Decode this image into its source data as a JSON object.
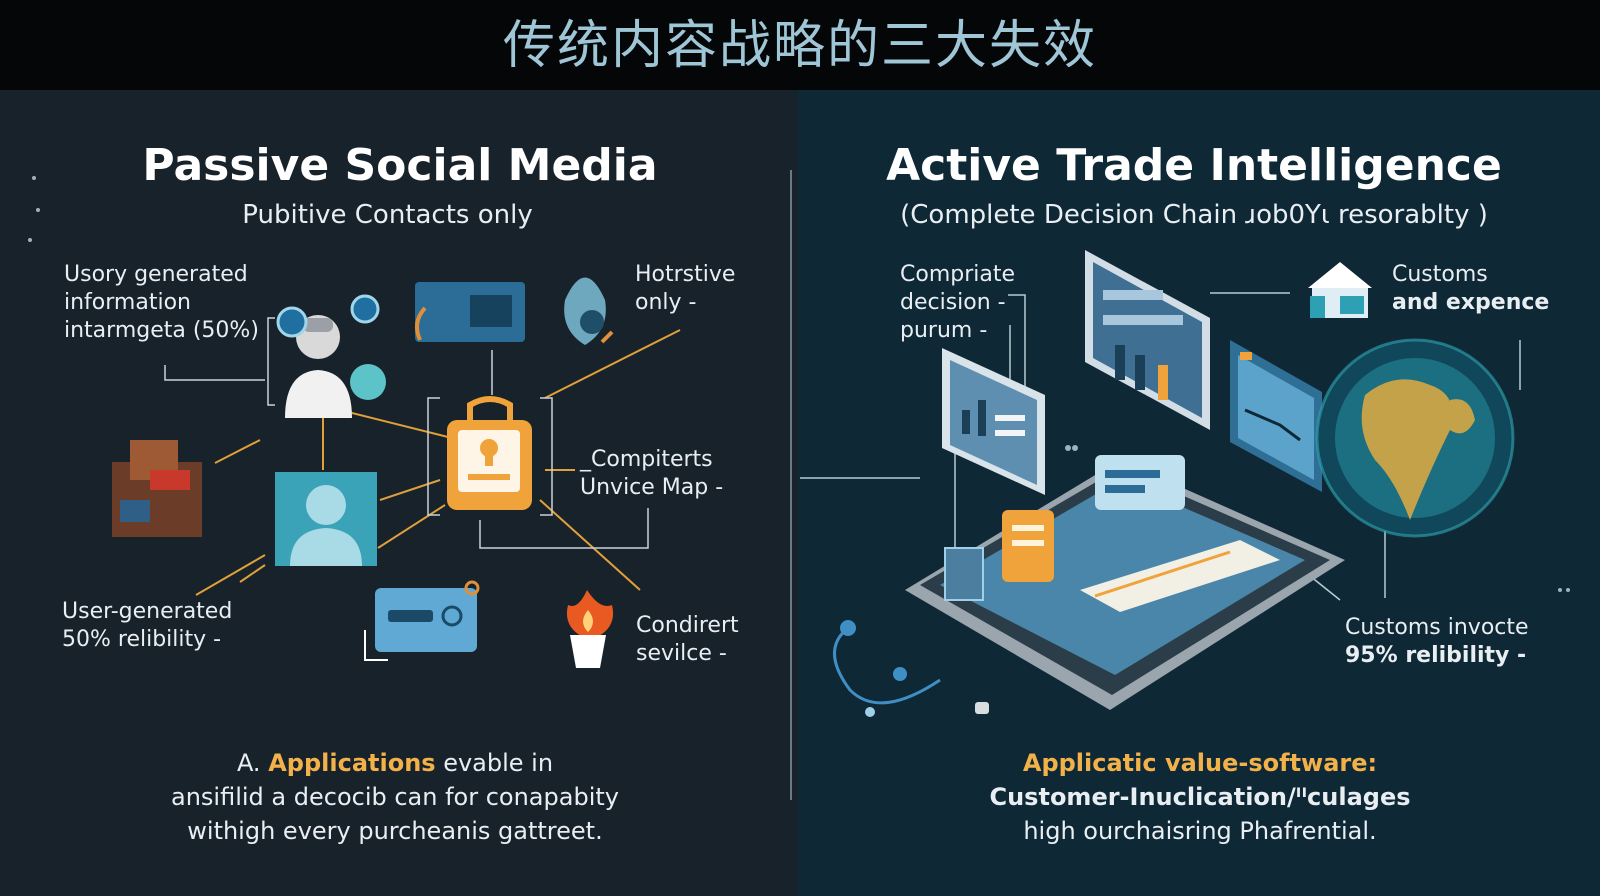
{
  "title": "传统内容战略的三大失效",
  "left": {
    "title": "Passive Social Media",
    "subtitle": "Pubitive Contacts only",
    "labels": {
      "top_left": [
        "Usory generated",
        "information",
        "intarmgeta (50%)"
      ],
      "top_right": [
        "Hotrstive",
        "only -"
      ],
      "mid_right": [
        "_Compiterts",
        "Unvice Map -"
      ],
      "bottom_left": [
        "User-generated",
        "50% relibility -"
      ],
      "bottom_right": [
        "Condirert",
        "sevilce -"
      ]
    },
    "bottom": {
      "prefix": "A.",
      "highlight": "Applications",
      "line1_rest": " evable in",
      "line2": "ansifilid a decocib can for conapabity",
      "line3": "withigh every purcheanis gattreet."
    }
  },
  "right": {
    "title": "Active Trade Intelligence",
    "subtitle": "(Complete Decision Chain ɹob0Yι resorablty )",
    "labels": {
      "top_left": [
        "Compriate",
        "decision -",
        "purum -"
      ],
      "top_right": [
        "Customs",
        "and expence"
      ],
      "bottom_right": [
        "Customs invocte",
        "95% relibility -"
      ]
    },
    "bottom": {
      "line1": "Applicatic value-software:",
      "line2": "Customer-Inuclication/ᐦculages",
      "line3": "high ourchaisring Phafrential."
    }
  },
  "colors": {
    "accent_orange": "#f3a83c",
    "accent_blue": "#3f8fc4",
    "panel_left": "#18222b",
    "panel_right": "#0f2836"
  }
}
